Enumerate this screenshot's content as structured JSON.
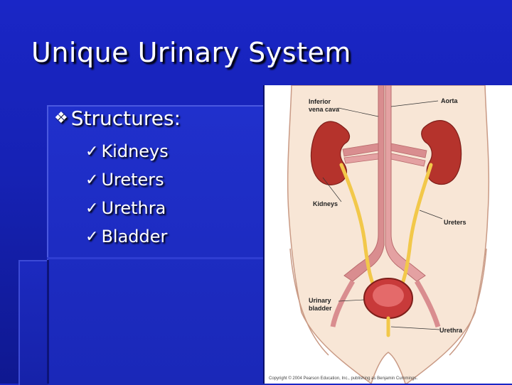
{
  "slide": {
    "title": "Unique Urinary System",
    "heading_bullet_icon": "diamond-bullet-icon",
    "heading": "Structures:",
    "item_bullet_icon": "checkmark-icon",
    "items": [
      "Kidneys",
      "Ureters",
      "Urethra",
      "Bladder"
    ]
  },
  "figure": {
    "labels": {
      "inferior_vena_cava_line1": "Inferior",
      "inferior_vena_cava_line2": "vena cava",
      "aorta": "Aorta",
      "kidneys": "Kidneys",
      "ureters": "Ureters",
      "urinary_bladder_line1": "Urinary",
      "urinary_bladder_line2": "bladder",
      "urethra": "Urethra"
    },
    "copyright": "Copyright © 2004 Pearson Education, Inc., publishing as Benjamin Cummings."
  },
  "colors": {
    "background": "#1622b4",
    "text": "#ffffff",
    "kidney": "#b5332c",
    "vessel": "#d98d8f",
    "ureter": "#f2c84a",
    "body": "#f8e6d6"
  }
}
